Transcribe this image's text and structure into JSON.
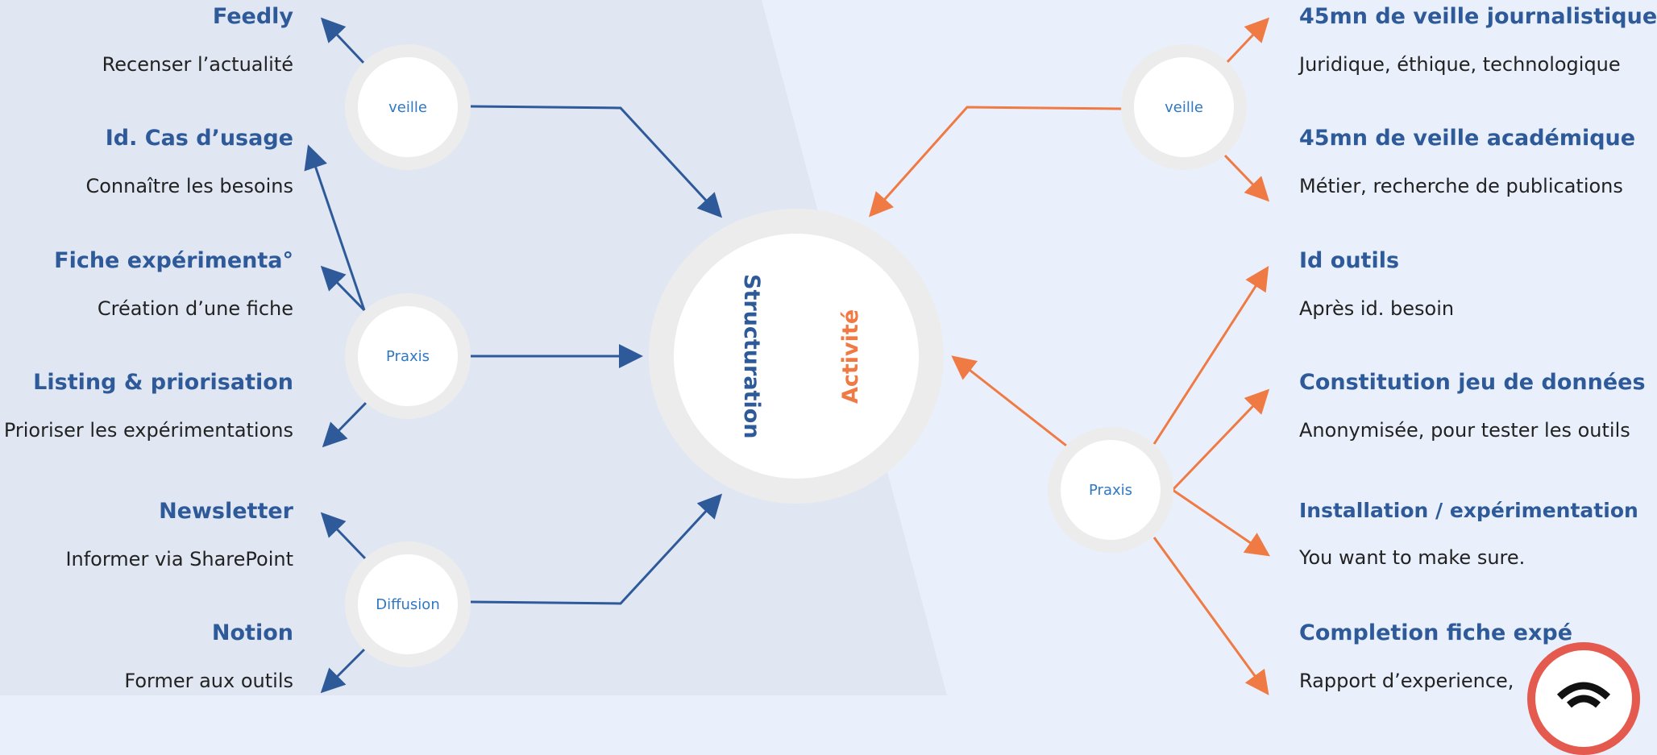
{
  "colors": {
    "left": "#2e5a9a",
    "right": "#ef7a44",
    "node_text": "#2f78c4"
  },
  "center": {
    "label_left": "Structuration",
    "label_right": "Activité"
  },
  "left": {
    "nodes": [
      "veille",
      "Praxis",
      "Diffusion"
    ],
    "items": [
      {
        "title": "Feedly",
        "desc": "Recenser l’actualité"
      },
      {
        "title": "Id. Cas d’usage",
        "desc": "Connaître les besoins"
      },
      {
        "title": "Fiche expérimenta°",
        "desc": "Création d’une fiche"
      },
      {
        "title": "Listing & priorisation",
        "desc": "Prioriser les expérimentations"
      },
      {
        "title": "Newsletter",
        "desc": "Informer via SharePoint"
      },
      {
        "title": "Notion",
        "desc": "Former aux outils"
      }
    ]
  },
  "right": {
    "nodes": [
      "veille",
      "Praxis"
    ],
    "items": [
      {
        "title": "45mn de veille journalistique",
        "desc": "Juridique, éthique, technologique"
      },
      {
        "title": "45mn de veille académique",
        "desc": "Métier, recherche de publications"
      },
      {
        "title": "Id outils",
        "desc": "Après id. besoin"
      },
      {
        "title": "Constitution jeu de données",
        "desc": "Anonymisée, pour tester les outils"
      },
      {
        "title": "Installation / expérimentation",
        "desc": "You want to make sure."
      },
      {
        "title": "Completion fiche expé",
        "desc": "Rapport d’experience,"
      }
    ]
  }
}
